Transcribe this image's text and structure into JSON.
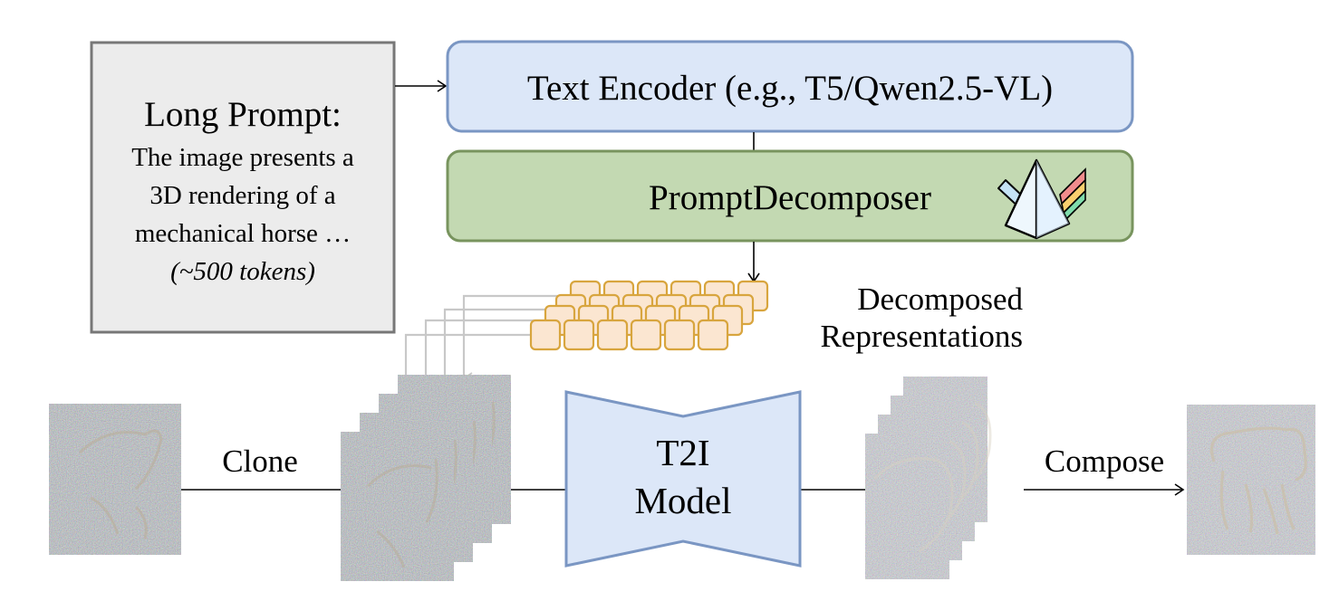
{
  "long_prompt": {
    "title": "Long Prompt:",
    "lines": [
      "The image presents a",
      "3D rendering of a",
      "mechanical horse …"
    ],
    "token_note": "(~500 tokens)"
  },
  "text_encoder": {
    "label": "Text Encoder (e.g., T5/Qwen2.5-VL)"
  },
  "prompt_decomposer": {
    "label": "PromptDecomposer",
    "icon": "prism-icon"
  },
  "decomposed": {
    "line1": "Decomposed",
    "line2": "Representations",
    "rows": 4,
    "tokens_per_row": 6
  },
  "pipeline": {
    "clone_label": "Clone",
    "model_line1": "T2I",
    "model_line2": "Model",
    "compose_label": "Compose",
    "stack_count": 4
  },
  "colors": {
    "prompt_fill": "#ececec",
    "prompt_border": "#777777",
    "encoder_fill": "#dce7f8",
    "encoder_border": "#7a96c3",
    "decomposer_fill": "#c3d9b2",
    "decomposer_border": "#78945e",
    "token_fill": "#fbe6d1",
    "token_border": "#d8a53e",
    "model_fill": "#dce7f8",
    "model_border": "#7a96c3",
    "connector_gray": "#c8c8c8"
  }
}
